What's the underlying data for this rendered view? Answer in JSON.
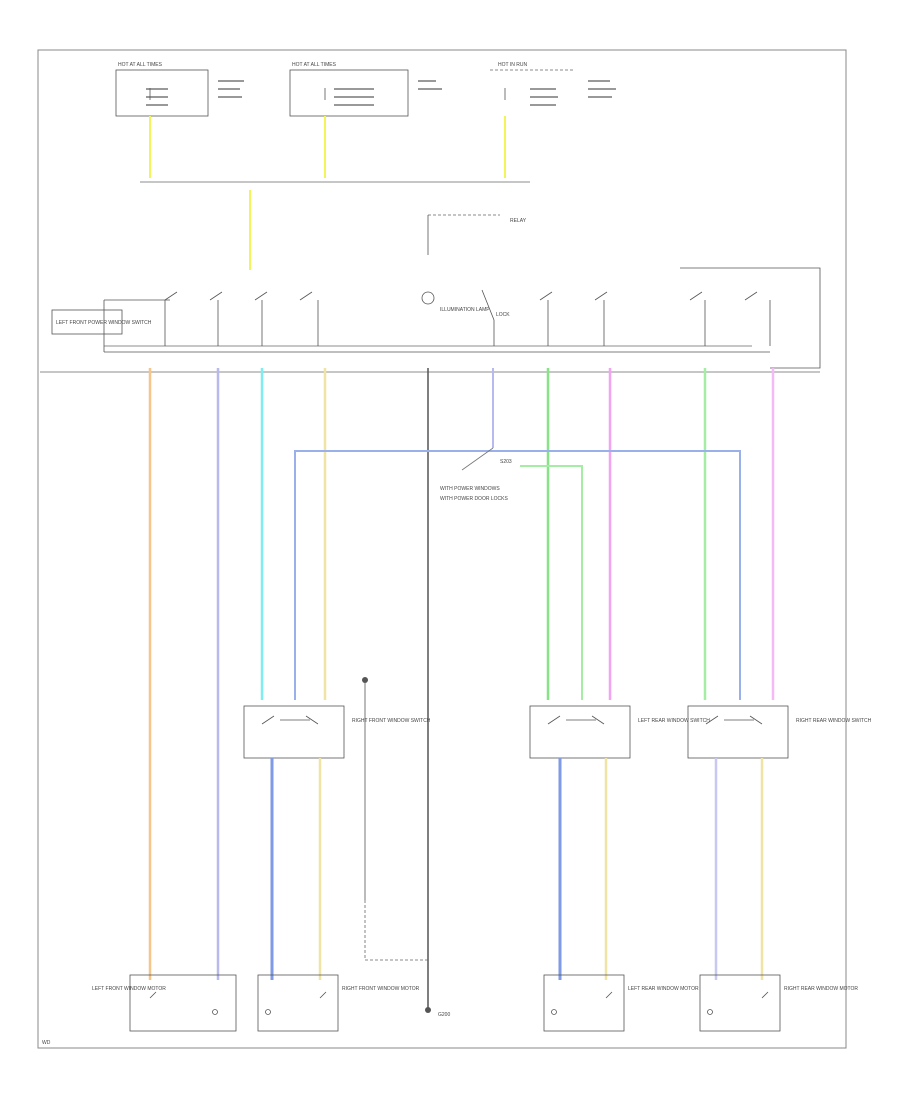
{
  "wire_colors": {
    "orange": "#f5c58a",
    "light_blue_violet": "#b9b9f0",
    "cyan": "#7feef0",
    "tan": "#efe4a6",
    "gray": "#555555",
    "blue": "#7f9ae6",
    "lavender": "#c8c8f2",
    "green": "#86e486",
    "pink": "#f2a3f2",
    "light_green": "#a5eca5",
    "yellow": "#f3f35a",
    "light_pink": "#f5baf5"
  },
  "labels": {
    "fuse_block_1": "HOT AT ALL TIMES",
    "fuse_block_2": "HOT AT ALL TIMES",
    "fuse_block_3": "HOT IN RUN",
    "relay": "RELAY",
    "illum": "ILLUMINATION LAMP",
    "lock": "LOCK",
    "master_switch": "LEFT FRONT POWER WINDOW SWITCH",
    "splice": "S203",
    "note_1": "WITH POWER WINDOWS",
    "note_2": "WITH POWER DOOR LOCKS",
    "motor_lf": "LEFT FRONT WINDOW MOTOR",
    "motor_rf": "RIGHT FRONT WINDOW MOTOR",
    "motor_lr": "LEFT REAR WINDOW MOTOR",
    "motor_rr": "RIGHT REAR WINDOW MOTOR",
    "switch_rf": "RIGHT FRONT WINDOW SWITCH",
    "switch_lr": "LEFT REAR WINDOW SWITCH",
    "switch_rr": "RIGHT REAR WINDOW SWITCH",
    "ground": "G200",
    "footer": "WD"
  }
}
